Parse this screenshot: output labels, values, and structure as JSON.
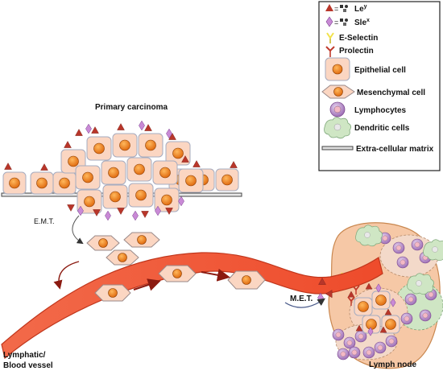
{
  "legend": {
    "items": [
      {
        "id": "ley",
        "label": "Le",
        "sup": "y"
      },
      {
        "id": "slex",
        "label": "Sle",
        "sup": "x"
      },
      {
        "id": "eselectin",
        "label": "E-Selectin"
      },
      {
        "id": "prolectin",
        "label": "Prolectin"
      },
      {
        "id": "epithelial",
        "label": "Epithelial cell"
      },
      {
        "id": "mesenchymal",
        "label": "Mesenchymal cell"
      },
      {
        "id": "lymphocytes",
        "label": "Lymphocytes"
      },
      {
        "id": "dendritic",
        "label": "Dendritic cells"
      },
      {
        "id": "ecm",
        "label": "Extra-cellular matrix"
      }
    ],
    "equals_sign": "="
  },
  "labels": {
    "primary_carcinoma": "Primary carcinoma",
    "emt": "E.M.T.",
    "met": "M.E.T.",
    "vessel_line1": "Lymphatic/",
    "vessel_line2": "Blood vessel",
    "lymph_node": "Lymph node"
  },
  "colors": {
    "epithelial_fill": "#fbd6c2",
    "nucleus": "#f08a1e",
    "vessel": "#f0553a",
    "lymph_node": "#f6c8a6",
    "ley_triangle": "#b8362a",
    "slex_diamond": "#c98ad6",
    "eselectin": "#f2e24a",
    "prolectin": "#c0392b",
    "lymphocyte": "#c9a3d6",
    "dendritic": "#cfe6c4",
    "ecm_line": "#555555"
  }
}
